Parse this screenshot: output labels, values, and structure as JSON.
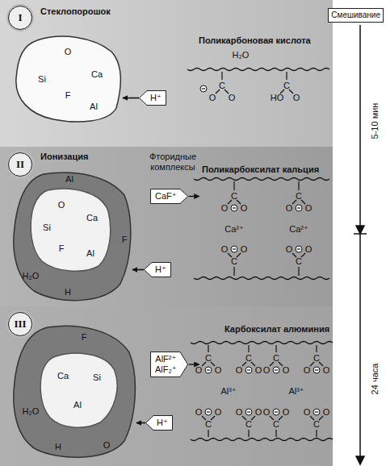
{
  "diagram": {
    "nodes": [
      {
        "text": [
          "Стеклопорошок",
          "Поликарбоновая кислота"
        ]
      },
      {
        "text": [
          "I"
        ],
        "in": 0
      },
      {
        "text": [
          "O",
          "Si",
          "Ca",
          "F",
          "Al"
        ],
        "in": 0
      },
      {
        "text": [
          "H⁺"
        ],
        "in": 0
      },
      {
        "text": [
          "Ионизация",
          "Фторидные комплексы",
          "Поликарбоксилат кальция"
        ]
      },
      {
        "text": [
          "II"
        ],
        "in": 4
      },
      {
        "text": [
          "Al",
          "O",
          "Ca",
          "Si",
          "F",
          "F",
          "Al",
          "H₂O",
          "H"
        ],
        "in": 4
      },
      {
        "text": [
          "CaF⁺"
        ],
        "in": 4
      },
      {
        "text": [
          "H⁺"
        ],
        "in": 4
      },
      {
        "text": [
          "Карбоксилат алюминия"
        ]
      },
      {
        "text": [
          "III"
        ],
        "in": 9
      },
      {
        "text": [
          "F",
          "Ca",
          "Si",
          "H₂O",
          "Al",
          "H",
          "O"
        ],
        "in": 9
      },
      {
        "text": [
          "AlF²⁺",
          "AlF₂⁺"
        ],
        "in": 9
      },
      {
        "text": [
          "H⁺"
        ],
        "in": 9
      },
      {
        "text": [
          "Смешивание"
        ]
      }
    ],
    "edges": [
      {
        "from": 3,
        "to": 2,
        "arrow": "to"
      },
      {
        "from": 8,
        "to": 6,
        "arrow": "to"
      },
      {
        "from": 13,
        "to": 11,
        "arrow": "to"
      }
    ],
    "labels": [
      "H₂O",
      "C",
      "O",
      "O",
      "C",
      "HO",
      "O",
      "C",
      "O",
      "O",
      "C",
      "O",
      "O",
      "C",
      "O",
      "O",
      "C",
      "O",
      "O",
      "Ca²⁺",
      "Ca²⁺",
      "C",
      "O",
      "O",
      "C",
      "O",
      "O",
      "C",
      "O",
      "O",
      "C",
      "O",
      "O",
      "C",
      "O",
      "O",
      "C",
      "O",
      "O",
      "C",
      "O",
      "O",
      "C",
      "O",
      "O",
      "Al³⁺",
      "Al³⁺",
      "5-10 мин",
      "24 часа"
    ]
  }
}
